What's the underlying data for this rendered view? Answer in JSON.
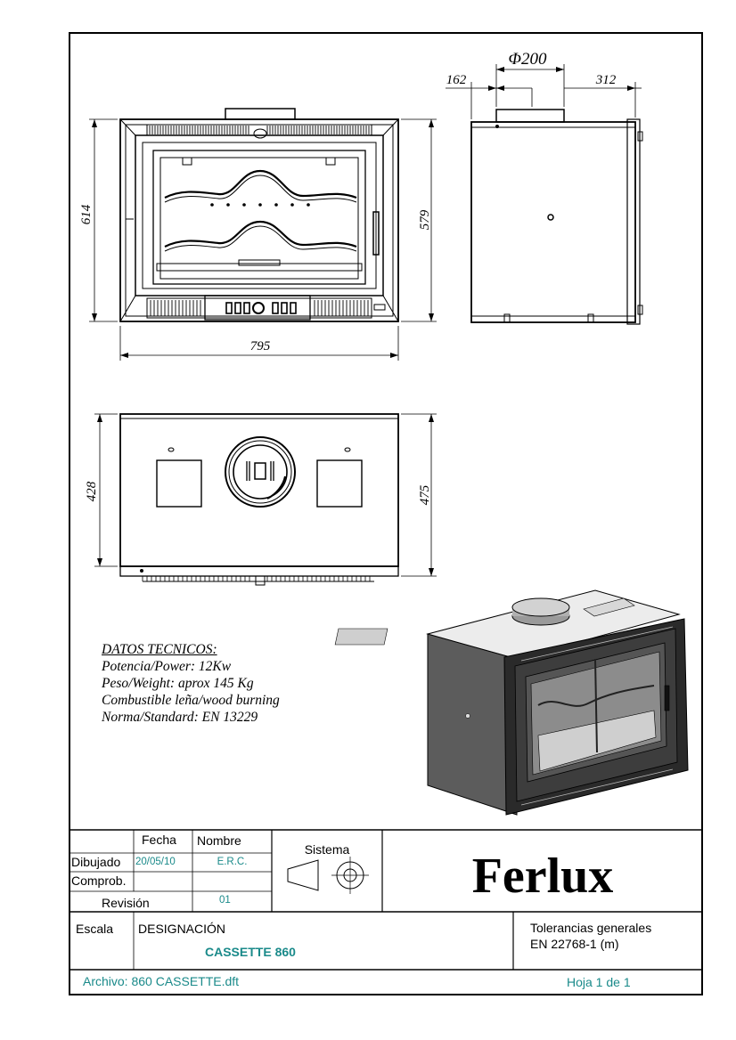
{
  "dimensions": {
    "front_width": "795",
    "front_height_left": "614",
    "front_height_right": "579",
    "side_left": "162",
    "side_flue_diameter": "Φ200",
    "side_right": "312",
    "top_depth_left": "428",
    "top_depth_right": "475"
  },
  "specs": {
    "heading": "DATOS TECNICOS:",
    "power": "Potencia/Power: 12Kw",
    "weight": "Peso/Weight: aprox 145 Kg",
    "fuel": "Combustible leña/wood burning",
    "standard": "Norma/Standard: EN 13229"
  },
  "title_block": {
    "fecha_label": "Fecha",
    "nombre_label": "Nombre",
    "sistema_label": "Sistema",
    "dibujado_label": "Dibujado",
    "dibujado_fecha": "20/05/10",
    "dibujado_nombre": "E.R.C.",
    "comprob_label": "Comprob.",
    "revision_label": "Revisión",
    "revision_value": "01",
    "escala_label": "Escala",
    "designacion_label": "DESIGNACIÓN",
    "designacion_value": "CASSETTE 860",
    "tolerancias_line1": "Tolerancias generales",
    "tolerancias_line2": "EN 22768-1 (m)",
    "archivo": "Archivo: 860 CASSETTE.dft",
    "hoja": "Hoja 1 de 1",
    "company": "Ferlux"
  },
  "colors": {
    "accent_teal": "#1a8a8a"
  }
}
